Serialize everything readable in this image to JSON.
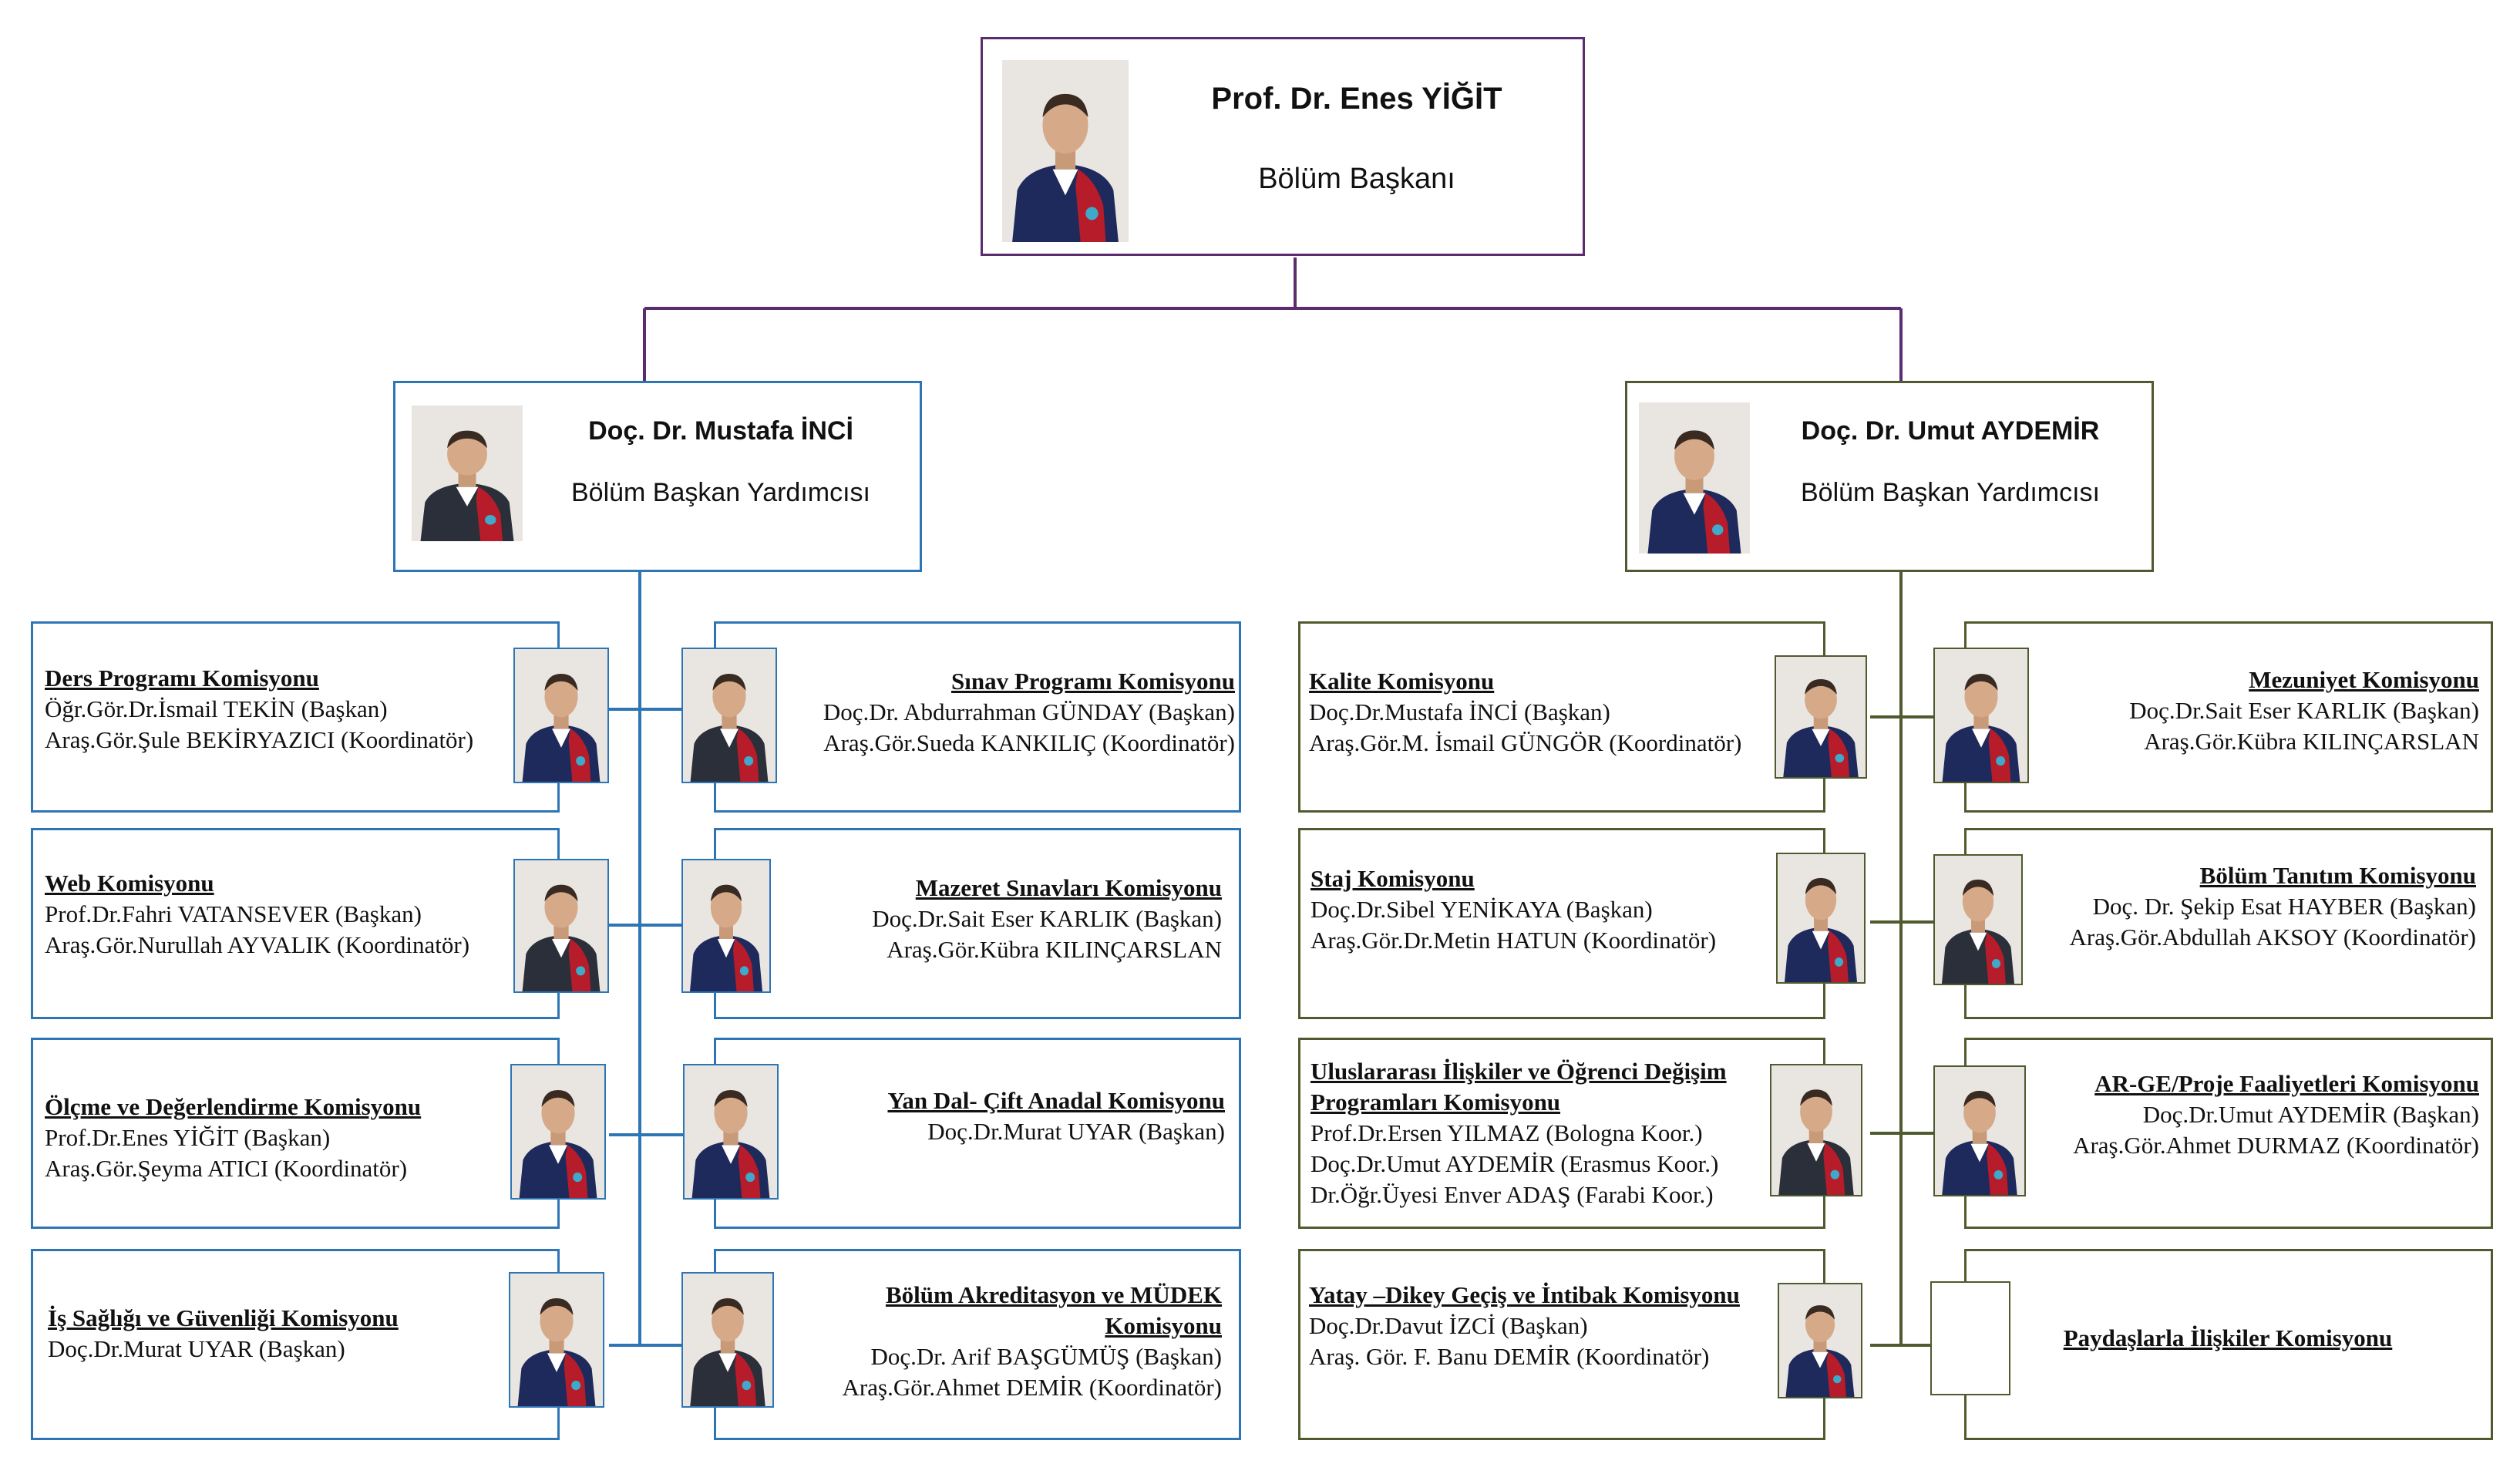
{
  "colors": {
    "head": "#5b2c6f",
    "left": "#2e75b6",
    "right": "#4f5b2e"
  },
  "head": {
    "name": "Prof. Dr. Enes YİĞİT",
    "role": "Bölüm Başkanı"
  },
  "vice_left": {
    "name": "Doç. Dr. Mustafa İNCİ",
    "role": "Bölüm Başkan Yardımcısı"
  },
  "vice_right": {
    "name": "Doç. Dr. Umut AYDEMİR",
    "role": "Bölüm Başkan Yardımcısı"
  },
  "commissions": [
    {
      "title": [
        "Ders Programı Komisyonu"
      ],
      "lines": [
        "Öğr.Gör.Dr.İsmail TEKİN (Başkan)",
        "Araş.Gör.Şule BEKİRYAZICI (Koordinatör)"
      ]
    },
    {
      "title": [
        "Sınav Programı Komisyonu"
      ],
      "lines": [
        "Doç.Dr. Abdurrahman GÜNDAY (Başkan)",
        "Araş.Gör.Sueda KANKILIÇ (Koordinatör)"
      ]
    },
    {
      "title": [
        "Web Komisyonu"
      ],
      "lines": [
        "Prof.Dr.Fahri VATANSEVER (Başkan)",
        "Araş.Gör.Nurullah AYVALIK (Koordinatör)"
      ]
    },
    {
      "title": [
        "Mazeret Sınavları Komisyonu"
      ],
      "lines": [
        "Doç.Dr.Sait Eser KARLIK (Başkan)",
        "Araş.Gör.Kübra KILINÇARSLAN"
      ]
    },
    {
      "title": [
        "Ölçme ve Değerlendirme Komisyonu"
      ],
      "lines": [
        "Prof.Dr.Enes YİĞİT (Başkan)",
        "Araş.Gör.Şeyma ATICI (Koordinatör)"
      ]
    },
    {
      "title": [
        "Yan Dal- Çift Anadal Komisyonu"
      ],
      "lines": [
        "Doç.Dr.Murat UYAR (Başkan)"
      ]
    },
    {
      "title": [
        "İş Sağlığı ve Güvenliği Komisyonu"
      ],
      "lines": [
        "Doç.Dr.Murat UYAR (Başkan)"
      ]
    },
    {
      "title": [
        "Bölüm Akreditasyon ve MÜDEK",
        "Komisyonu"
      ],
      "lines": [
        "Doç.Dr. Arif BAŞGÜMÜŞ (Başkan)",
        "Araş.Gör.Ahmet DEMİR (Koordinatör)"
      ]
    },
    {
      "title": [
        "Kalite Komisyonu"
      ],
      "lines": [
        "Doç.Dr.Mustafa İNCİ (Başkan)",
        "Araş.Gör.M. İsmail GÜNGÖR (Koordinatör)"
      ]
    },
    {
      "title": [
        "Mezuniyet Komisyonu"
      ],
      "lines": [
        "Doç.Dr.Sait Eser KARLIK (Başkan)",
        "Araş.Gör.Kübra KILINÇARSLAN"
      ]
    },
    {
      "title": [
        "Staj Komisyonu"
      ],
      "lines": [
        "Doç.Dr.Sibel YENİKAYA (Başkan)",
        "Araş.Gör.Dr.Metin HATUN (Koordinatör)"
      ]
    },
    {
      "title": [
        "Bölüm Tanıtım Komisyonu"
      ],
      "lines": [
        "Doç. Dr. Şekip Esat HAYBER (Başkan)",
        "Araş.Gör.Abdullah AKSOY (Koordinatör)"
      ]
    },
    {
      "title": [
        "Uluslararası İlişkiler ve Öğrenci Değişim",
        "Programları Komisyonu"
      ],
      "lines": [
        "Prof.Dr.Ersen YILMAZ (Bologna Koor.)",
        "Doç.Dr.Umut AYDEMİR (Erasmus Koor.)",
        "Dr.Öğr.Üyesi Enver ADAŞ (Farabi Koor.)"
      ]
    },
    {
      "title": [
        "AR-GE/Proje Faaliyetleri Komisyonu"
      ],
      "lines": [
        "Doç.Dr.Umut AYDEMİR (Başkan)",
        "Araş.Gör.Ahmet DURMAZ (Koordinatör)"
      ]
    },
    {
      "title": [
        "Yatay –Dikey Geçiş ve İntibak Komisyonu"
      ],
      "lines": [
        "Doç.Dr.Davut İZCİ (Başkan)",
        "Araş. Gör. F. Banu DEMİR (Koordinatör)"
      ]
    },
    {
      "title": [
        "Paydaşlarla İlişkiler Komisyonu"
      ],
      "lines": []
    }
  ]
}
